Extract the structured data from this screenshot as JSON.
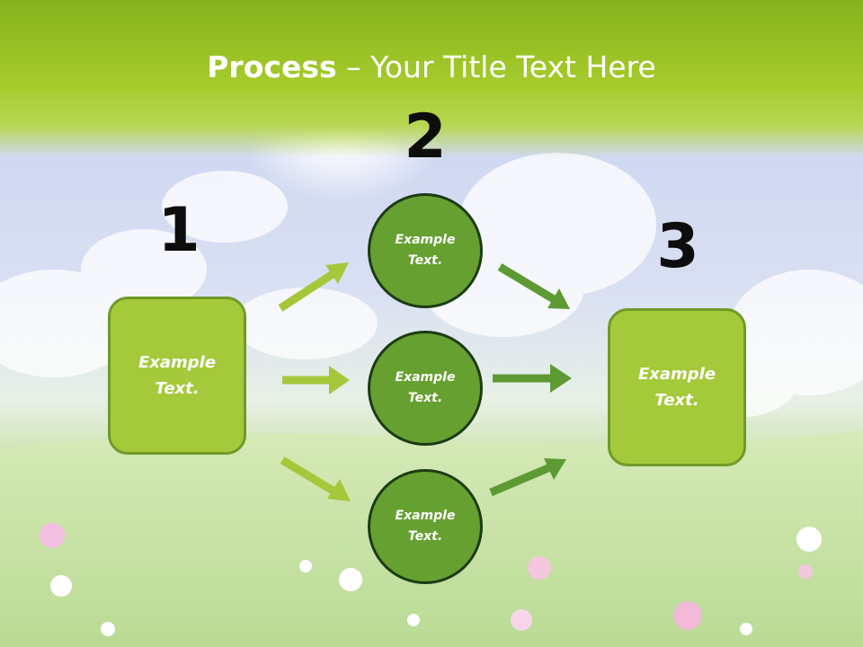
{
  "title": {
    "bold": "Process",
    "rest": " – Your Title Text Here"
  },
  "colors": {
    "header_green": "#a3c72f",
    "box_fill": "#a4c93a",
    "box_border": "#6f9a28",
    "circle_fill": "#66a031",
    "circle_border": "#1c3b14",
    "arrow_light": "#a5c83b",
    "arrow_dark": "#5e9a34"
  },
  "steps": {
    "one": {
      "number": "1",
      "box_text": "Example Text."
    },
    "two": {
      "number": "2"
    },
    "three": {
      "number": "3",
      "box_text": "Example Text."
    }
  },
  "circles": [
    {
      "text": "Example Text."
    },
    {
      "text": "Example Text."
    },
    {
      "text": "Example Text."
    }
  ],
  "background": {
    "scene": [
      "sky",
      "clouds",
      "sun-rays",
      "meadow",
      "flowers"
    ]
  }
}
